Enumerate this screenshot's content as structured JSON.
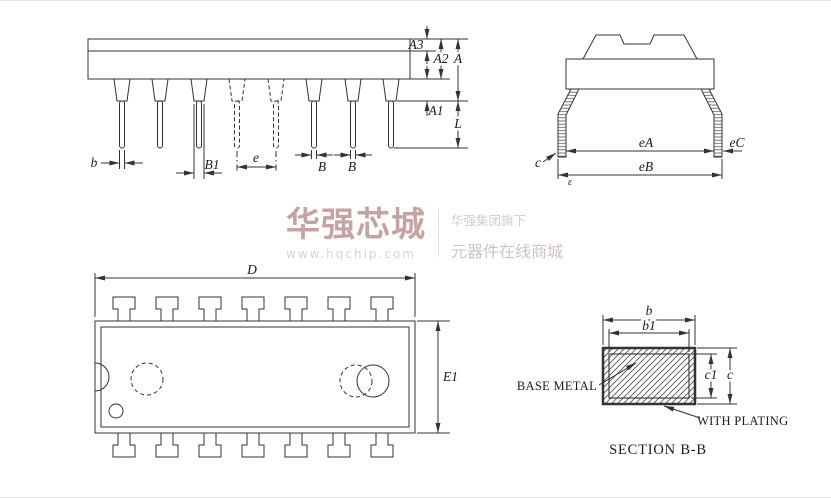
{
  "colors": {
    "line": "#333333",
    "watermark_brand": "#c7a2a2",
    "watermark_gray": "#ccc5c5"
  },
  "watermark": {
    "brand": "华强芯城",
    "url": "www.hqchip.com",
    "tagline_1": "华强集团旗下",
    "tagline_2": "元器件在线商城"
  },
  "views": {
    "side": {
      "dims": {
        "A3": "A3",
        "A2": "A2",
        "A": "A",
        "A1": "A1",
        "L": "L",
        "b": "b",
        "B1": "B1",
        "e": "e",
        "B_left": "B",
        "B_right": "B"
      }
    },
    "end": {
      "dims": {
        "c": "c",
        "eA": "eA",
        "eB": "eB",
        "eC": "eC",
        "epsilon": "ε"
      }
    },
    "top": {
      "dims": {
        "D": "D",
        "E1": "E1"
      }
    },
    "section": {
      "dims": {
        "b": "b",
        "b1": "b1",
        "c1": "c1",
        "c": "c"
      },
      "base_metal": "BASE METAL",
      "with_plating": "WITH PLATING",
      "title": "SECTION B-B"
    }
  }
}
